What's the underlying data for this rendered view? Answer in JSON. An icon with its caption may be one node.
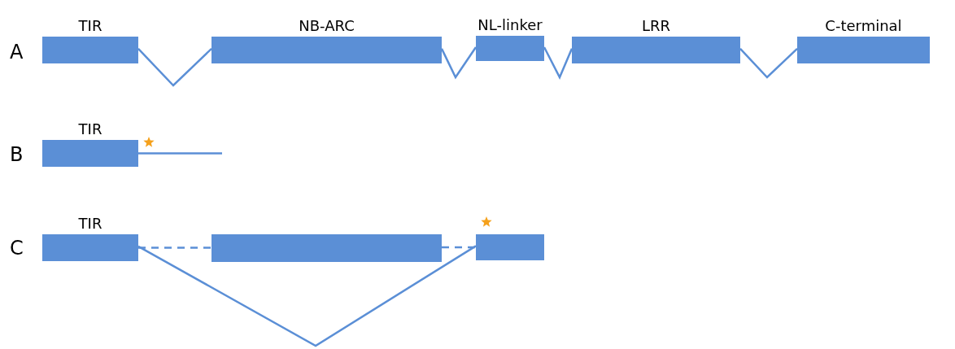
{
  "diagram": {
    "nodes": [
      {
        "text": [
          "TIR"
        ]
      },
      {
        "text": [
          "NB-ARC"
        ]
      },
      {
        "text": [
          "NL-linker"
        ]
      },
      {
        "text": [
          "LRR"
        ]
      },
      {
        "text": [
          "C-terminal"
        ]
      },
      {
        "text": [
          "TIR"
        ]
      },
      {
        "text": [
          "TIR"
        ]
      },
      {
        "text": [],
        "shape": "box"
      },
      {
        "text": [],
        "shape": "box"
      }
    ],
    "edges": [
      {
        "from": 0,
        "to": 1,
        "arrow": "none"
      },
      {
        "from": 1,
        "to": 2,
        "arrow": "none"
      },
      {
        "from": 2,
        "to": 3,
        "arrow": "none"
      },
      {
        "from": 3,
        "to": 4,
        "arrow": "none"
      },
      {
        "from": 5,
        "to": null,
        "arrow": "none"
      },
      {
        "from": 6,
        "to": 7,
        "arrow": "none",
        "style": "dashed"
      },
      {
        "from": 7,
        "to": 8,
        "arrow": "none",
        "style": "dashed"
      },
      {
        "from": 6,
        "to": 8,
        "arrow": "none"
      }
    ],
    "labels": [
      "A",
      "B",
      "C"
    ]
  }
}
